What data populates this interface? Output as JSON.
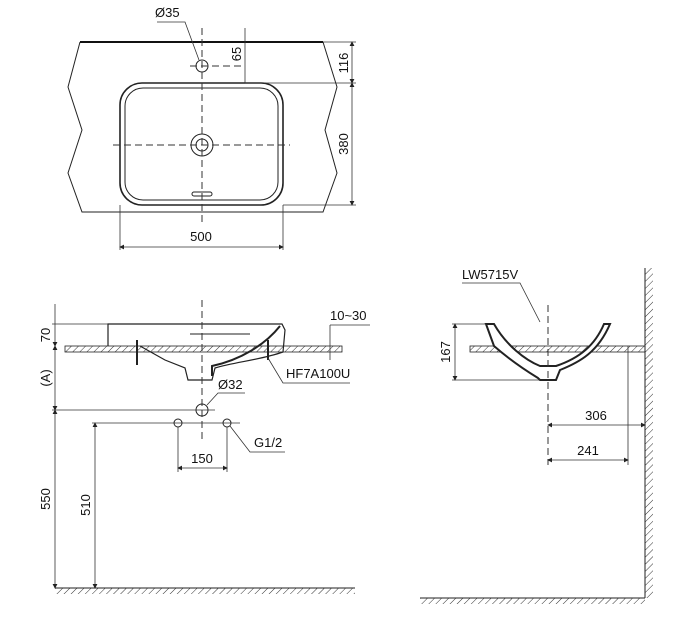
{
  "top_view": {
    "tap_hole_diameter": "Ø35",
    "tap_hole_offset": "65",
    "back_to_bowl": "116",
    "bowl_depth": "380",
    "bowl_width": "500"
  },
  "side_view": {
    "rim_height": "70",
    "height_a": "(A)",
    "counter_thickness": "10~30",
    "bracket_model": "HF7A100U",
    "drain_diameter": "Ø32",
    "supply_thread": "G1/2",
    "supply_spacing": "150",
    "drain_height": "550",
    "supply_height": "510"
  },
  "section_view": {
    "model": "LW5715V",
    "bowl_height": "167",
    "wall_to_rim": "306",
    "wall_to_center": "241"
  }
}
